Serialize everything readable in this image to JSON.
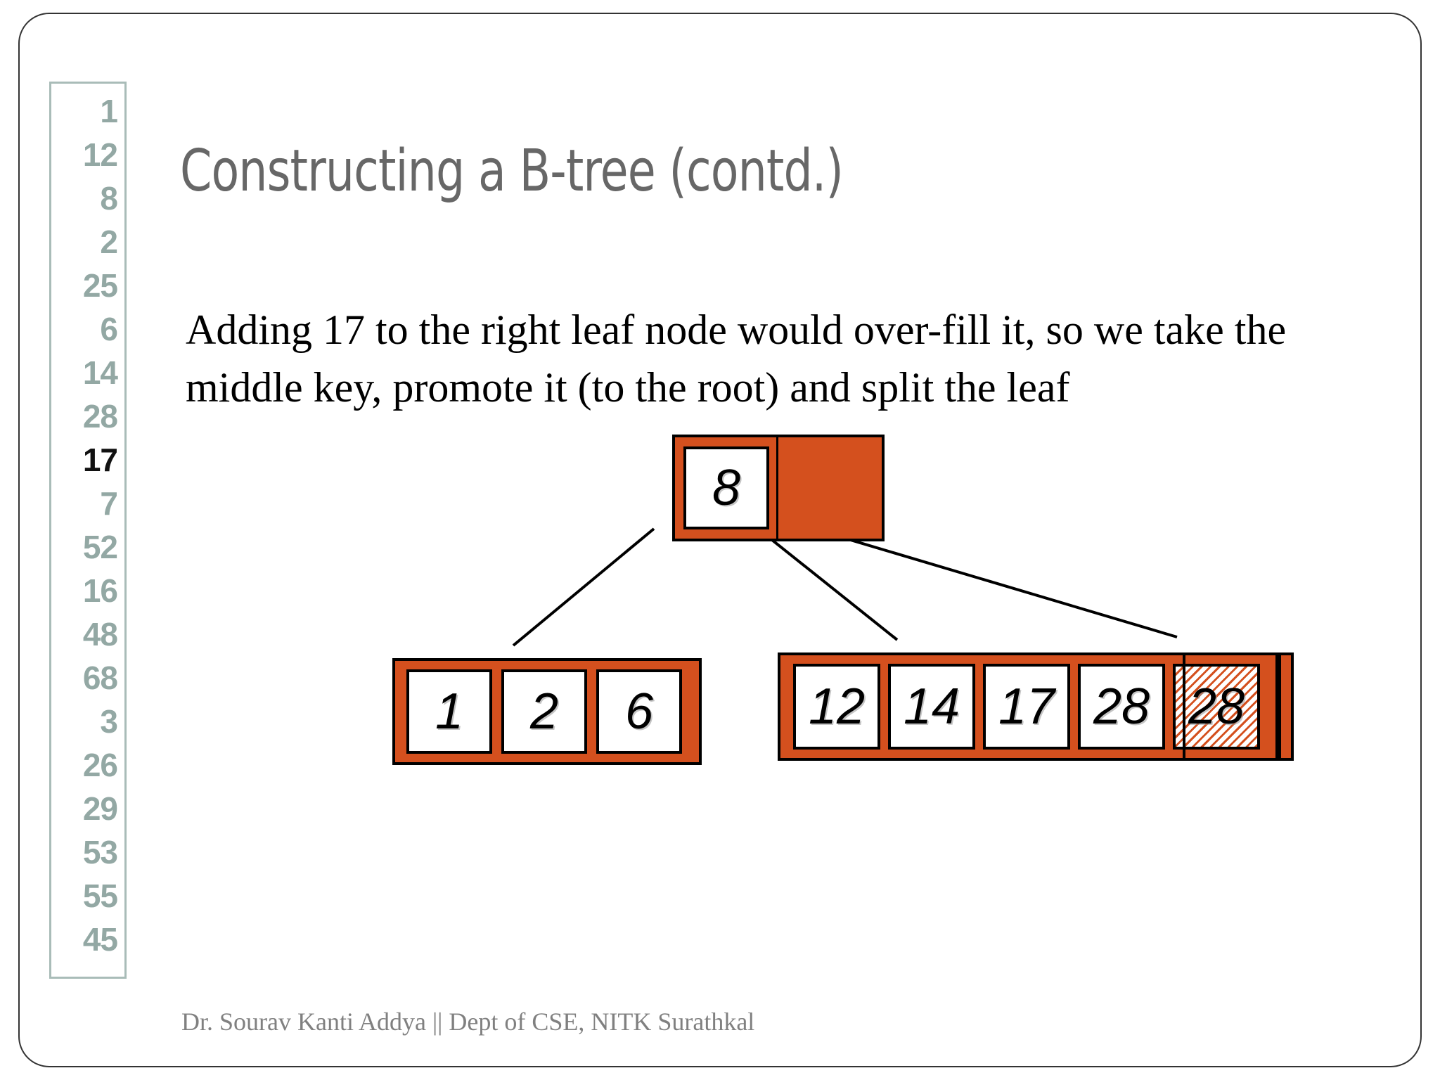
{
  "slide": {
    "title": "Constructing a B-tree (contd.)",
    "body_text": "Adding 17 to the right leaf node would over-fill it, so we take the middle key, promote it (to the root) and split the leaf",
    "footer": "Dr. Sourav Kanti Addya || Dept of CSE, NITK Surathkal",
    "accent_color": "#d4501e",
    "sidebar_color": "#93a8a4",
    "title_color": "#676767"
  },
  "sidebar": {
    "items": [
      {
        "value": "1",
        "current": false
      },
      {
        "value": "12",
        "current": false
      },
      {
        "value": "8",
        "current": false
      },
      {
        "value": "2",
        "current": false
      },
      {
        "value": "25",
        "current": false
      },
      {
        "value": "6",
        "current": false
      },
      {
        "value": "14",
        "current": false
      },
      {
        "value": "28",
        "current": false
      },
      {
        "value": "17",
        "current": true
      },
      {
        "value": "7",
        "current": false
      },
      {
        "value": "52",
        "current": false
      },
      {
        "value": "16",
        "current": false
      },
      {
        "value": "48",
        "current": false
      },
      {
        "value": "68",
        "current": false
      },
      {
        "value": "3",
        "current": false
      },
      {
        "value": "26",
        "current": false
      },
      {
        "value": "29",
        "current": false
      },
      {
        "value": "53",
        "current": false
      },
      {
        "value": "55",
        "current": false
      },
      {
        "value": "45",
        "current": false
      }
    ]
  },
  "tree": {
    "root": {
      "cells": [
        {
          "value": "8",
          "style": "filled"
        },
        {
          "value": "",
          "style": "blank"
        }
      ]
    },
    "leaf_left": {
      "cells": [
        {
          "value": "1",
          "style": "filled"
        },
        {
          "value": "2",
          "style": "filled"
        },
        {
          "value": "6",
          "style": "filled"
        }
      ]
    },
    "leaf_right": {
      "cells": [
        {
          "value": "12",
          "style": "filled"
        },
        {
          "value": "14",
          "style": "filled"
        },
        {
          "value": "17",
          "style": "filled"
        },
        {
          "value": "28",
          "style": "filled"
        },
        {
          "value": "28",
          "style": "hatched"
        }
      ]
    },
    "edges": [
      {
        "from": "root",
        "to": "leaf-left"
      },
      {
        "from": "root",
        "to": "leaf-right"
      },
      {
        "from": "root",
        "to": "leaf-right-split"
      }
    ]
  }
}
